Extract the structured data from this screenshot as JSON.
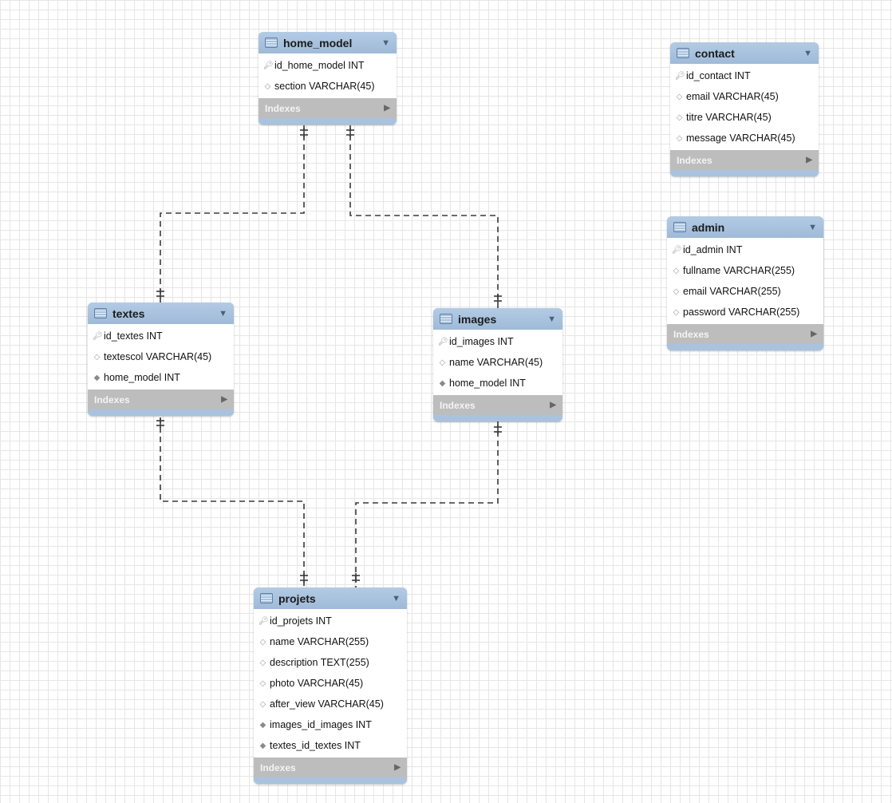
{
  "diagram": {
    "indexes_label": "Indexes",
    "tables": {
      "home_model": {
        "name": "home_model",
        "columns": [
          {
            "text": "id_home_model INT",
            "kind": "pk"
          },
          {
            "text": "section VARCHAR(45)",
            "kind": "nullable"
          }
        ]
      },
      "contact": {
        "name": "contact",
        "columns": [
          {
            "text": "id_contact INT",
            "kind": "pk"
          },
          {
            "text": "email VARCHAR(45)",
            "kind": "nullable"
          },
          {
            "text": "titre VARCHAR(45)",
            "kind": "nullable"
          },
          {
            "text": "message VARCHAR(45)",
            "kind": "nullable"
          }
        ]
      },
      "admin": {
        "name": "admin",
        "columns": [
          {
            "text": "id_admin INT",
            "kind": "pk"
          },
          {
            "text": "fullname VARCHAR(255)",
            "kind": "nullable"
          },
          {
            "text": "email VARCHAR(255)",
            "kind": "nullable"
          },
          {
            "text": "password VARCHAR(255)",
            "kind": "nullable"
          }
        ]
      },
      "textes": {
        "name": "textes",
        "columns": [
          {
            "text": "id_textes INT",
            "kind": "pk"
          },
          {
            "text": "textescol VARCHAR(45)",
            "kind": "nullable"
          },
          {
            "text": "home_model INT",
            "kind": "fk"
          }
        ]
      },
      "images": {
        "name": "images",
        "columns": [
          {
            "text": "id_images INT",
            "kind": "pk"
          },
          {
            "text": "name VARCHAR(45)",
            "kind": "nullable"
          },
          {
            "text": "home_model INT",
            "kind": "fk"
          }
        ]
      },
      "projets": {
        "name": "projets",
        "columns": [
          {
            "text": "id_projets INT",
            "kind": "pk"
          },
          {
            "text": "name VARCHAR(255)",
            "kind": "nullable"
          },
          {
            "text": "description TEXT(255)",
            "kind": "nullable"
          },
          {
            "text": "photo VARCHAR(45)",
            "kind": "nullable"
          },
          {
            "text": "after_view VARCHAR(45)",
            "kind": "nullable"
          },
          {
            "text": "images_id_images INT",
            "kind": "fk"
          },
          {
            "text": "textes_id_textes INT",
            "kind": "fk"
          }
        ]
      }
    },
    "relationships": [
      {
        "from": "home_model",
        "to": "textes"
      },
      {
        "from": "home_model",
        "to": "images"
      },
      {
        "from": "textes",
        "to": "projets"
      },
      {
        "from": "images",
        "to": "projets"
      }
    ]
  }
}
